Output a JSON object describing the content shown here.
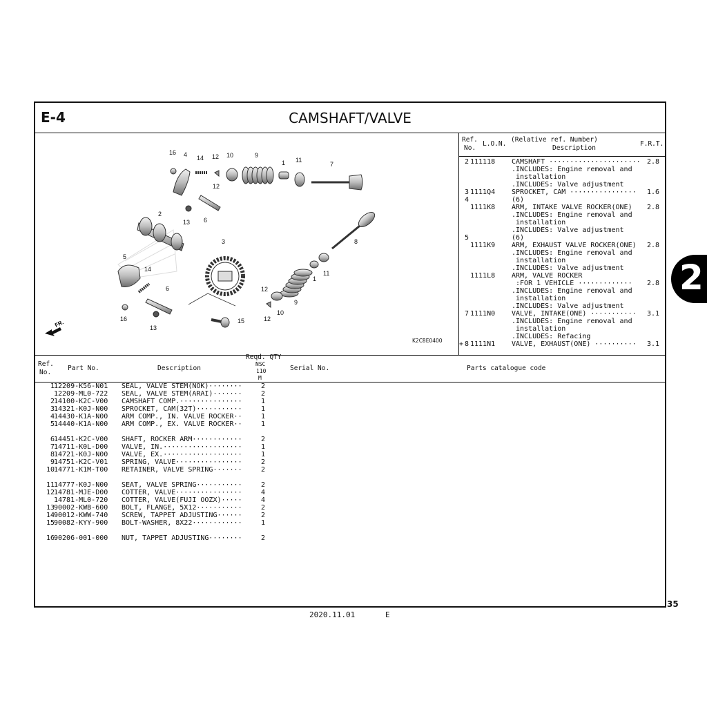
{
  "section": {
    "code": "E-4",
    "title": "CAMSHAFT/VALVE"
  },
  "diagram": {
    "figure_code": "K2C8E0400",
    "direction_label": "FR.",
    "callouts": [
      "16",
      "4",
      "14",
      "12",
      "10",
      "9",
      "1",
      "11",
      "7",
      "12",
      "2",
      "13",
      "6",
      "8",
      "3",
      "5",
      "14",
      "6",
      "12",
      "1",
      "11",
      "12",
      "10",
      "9",
      "16",
      "13",
      "15"
    ]
  },
  "ref_panel": {
    "headers": {
      "ref": "Ref.",
      "no": "No.",
      "lon": "L.O.N.",
      "desc1": "(Relative ref. Number)",
      "desc2": "Description",
      "frt": "F.R.T."
    },
    "rows": [
      {
        "prefix": "",
        "ref": "2",
        "lon": "111118",
        "desc": "CAMSHAFT ······················",
        "frt": "2.8"
      },
      {
        "prefix": "",
        "ref": "",
        "lon": "",
        "desc": ".INCLUDES: Engine removal and",
        "frt": ""
      },
      {
        "prefix": "",
        "ref": "",
        "lon": "",
        "desc": " installation",
        "frt": ""
      },
      {
        "prefix": "",
        "ref": "",
        "lon": "",
        "desc": ".INCLUDES: Valve adjustment",
        "frt": ""
      },
      {
        "prefix": "",
        "ref": "3",
        "lon": "1111Q4",
        "desc": "SPROCKET, CAM ················",
        "frt": "1.6"
      },
      {
        "prefix": "",
        "ref": "4",
        "lon": "",
        "desc": "(6)",
        "frt": ""
      },
      {
        "prefix": "",
        "ref": "",
        "lon": "1111K8",
        "desc": "ARM, INTAKE VALVE ROCKER(ONE)",
        "frt": "2.8"
      },
      {
        "prefix": "",
        "ref": "",
        "lon": "",
        "desc": ".INCLUDES: Engine removal and",
        "frt": ""
      },
      {
        "prefix": "",
        "ref": "",
        "lon": "",
        "desc": " installation",
        "frt": ""
      },
      {
        "prefix": "",
        "ref": "",
        "lon": "",
        "desc": ".INCLUDES: Valve adjustment",
        "frt": ""
      },
      {
        "prefix": "",
        "ref": "5",
        "lon": "",
        "desc": "(6)",
        "frt": ""
      },
      {
        "prefix": "",
        "ref": "",
        "lon": "1111K9",
        "desc": "ARM, EXHAUST VALVE ROCKER(ONE)",
        "frt": "2.8"
      },
      {
        "prefix": "",
        "ref": "",
        "lon": "",
        "desc": ".INCLUDES: Engine removal and",
        "frt": ""
      },
      {
        "prefix": "",
        "ref": "",
        "lon": "",
        "desc": " installation",
        "frt": ""
      },
      {
        "prefix": "",
        "ref": "",
        "lon": "",
        "desc": ".INCLUDES: Valve adjustment",
        "frt": ""
      },
      {
        "prefix": "",
        "ref": "",
        "lon": "1111L8",
        "desc": "ARM, VALVE ROCKER",
        "frt": ""
      },
      {
        "prefix": "",
        "ref": "",
        "lon": "",
        "desc": " :FOR 1 VEHICLE ·············",
        "frt": "2.8"
      },
      {
        "prefix": "",
        "ref": "",
        "lon": "",
        "desc": ".INCLUDES: Engine removal and",
        "frt": ""
      },
      {
        "prefix": "",
        "ref": "",
        "lon": "",
        "desc": " installation",
        "frt": ""
      },
      {
        "prefix": "",
        "ref": "",
        "lon": "",
        "desc": ".INCLUDES: Valve adjustment",
        "frt": ""
      },
      {
        "prefix": "",
        "ref": "7",
        "lon": "1111N0",
        "desc": "VALVE, INTAKE(ONE) ···········",
        "frt": "3.1"
      },
      {
        "prefix": "",
        "ref": "",
        "lon": "",
        "desc": ".INCLUDES: Engine removal and",
        "frt": ""
      },
      {
        "prefix": "",
        "ref": "",
        "lon": "",
        "desc": " installation",
        "frt": ""
      },
      {
        "prefix": "",
        "ref": "",
        "lon": "",
        "desc": ".INCLUDES: Refacing",
        "frt": ""
      },
      {
        "prefix": "+",
        "ref": "8",
        "lon": "1111N1",
        "desc": "VALVE, EXHAUST(ONE) ··········",
        "frt": "3.1"
      }
    ]
  },
  "parts_table": {
    "headers": {
      "ref": "Ref.",
      "no": "No.",
      "part_no": "Part No.",
      "description": "Description",
      "reqd": "Reqd. QTY",
      "nsc": "NSC",
      "nsc_110": "110",
      "nsc_m": "M",
      "serial": "Serial No.",
      "catalogue": "Parts catalogue code"
    },
    "rows": [
      {
        "ref": "1",
        "part_no": "12209-K56-N01",
        "description": "SEAL, VALVE STEM(NOK)········",
        "qty": "2"
      },
      {
        "ref": "",
        "part_no": "12209-ML0-722",
        "description": "SEAL, VALVE STEM(ARAI)·······",
        "qty": "2"
      },
      {
        "ref": "2",
        "part_no": "14100-K2C-V00",
        "description": "CAMSHAFT COMP.···············",
        "qty": "1"
      },
      {
        "ref": "3",
        "part_no": "14321-K0J-N00",
        "description": "SPROCKET, CAM(32T)···········",
        "qty": "1"
      },
      {
        "ref": "4",
        "part_no": "14430-K1A-N00",
        "description": "ARM COMP., IN. VALVE ROCKER··",
        "qty": "1"
      },
      {
        "ref": "5",
        "part_no": "14440-K1A-N00",
        "description": "ARM COMP., EX. VALVE ROCKER··",
        "qty": "1"
      },
      {
        "gap": true
      },
      {
        "ref": "6",
        "part_no": "14451-K2C-V00",
        "description": "SHAFT, ROCKER ARM············",
        "qty": "2"
      },
      {
        "ref": "7",
        "part_no": "14711-K0L-D00",
        "description": "VALVE, IN.···················",
        "qty": "1"
      },
      {
        "ref": "8",
        "part_no": "14721-K0J-N00",
        "description": "VALVE, EX.···················",
        "qty": "1"
      },
      {
        "ref": "9",
        "part_no": "14751-K2C-V01",
        "description": "SPRING, VALVE················",
        "qty": "2"
      },
      {
        "ref": "10",
        "part_no": "14771-K1M-T00",
        "description": "RETAINER, VALVE SPRING·······",
        "qty": "2"
      },
      {
        "gap": true
      },
      {
        "ref": "11",
        "part_no": "14777-K0J-N00",
        "description": "SEAT, VALVE SPRING···········",
        "qty": "2"
      },
      {
        "ref": "12",
        "part_no": "14781-MJE-D00",
        "description": "COTTER, VALVE················",
        "qty": "4"
      },
      {
        "ref": "",
        "part_no": "14781-ML0-720",
        "description": "COTTER, VALVE(FUJI OOZX)·····",
        "qty": "4"
      },
      {
        "ref": "13",
        "part_no": "90002-KWB-600",
        "description": "BOLT, FLANGE, 5X12···········",
        "qty": "2"
      },
      {
        "ref": "14",
        "part_no": "90012-KWW-740",
        "description": "SCREW, TAPPET ADJUSTING······",
        "qty": "2"
      },
      {
        "ref": "15",
        "part_no": "90082-KYY-900",
        "description": "BOLT-WASHER, 8X22············",
        "qty": "1"
      },
      {
        "gap": true
      },
      {
        "ref": "16",
        "part_no": "90206-001-000",
        "description": "NUT, TAPPET ADJUSTING········",
        "qty": "2"
      }
    ]
  },
  "page": {
    "number": "35",
    "date": "2020.11.01",
    "lang": "E",
    "tab": "2"
  }
}
